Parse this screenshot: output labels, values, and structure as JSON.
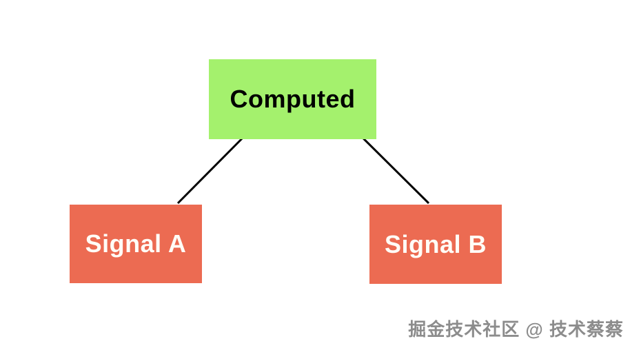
{
  "diagram": {
    "nodes": [
      {
        "id": "computed",
        "label": "Computed",
        "fill": "#a4f16d",
        "text_color": "#000000"
      },
      {
        "id": "signal-a",
        "label": "Signal A",
        "fill": "#ec6b52",
        "text_color": "#fffdf7"
      },
      {
        "id": "signal-b",
        "label": "Signal B",
        "fill": "#ec6b52",
        "text_color": "#fffdf7"
      }
    ],
    "edges": [
      {
        "from": "Signal A",
        "to": "Computed"
      },
      {
        "from": "Signal B",
        "to": "Computed"
      }
    ],
    "arrow_color": "#000000",
    "background_color": "#ffffff"
  },
  "watermark": {
    "text": "掘金技术社区 @ 技术蔡蔡",
    "color": "#8c8c8c"
  }
}
